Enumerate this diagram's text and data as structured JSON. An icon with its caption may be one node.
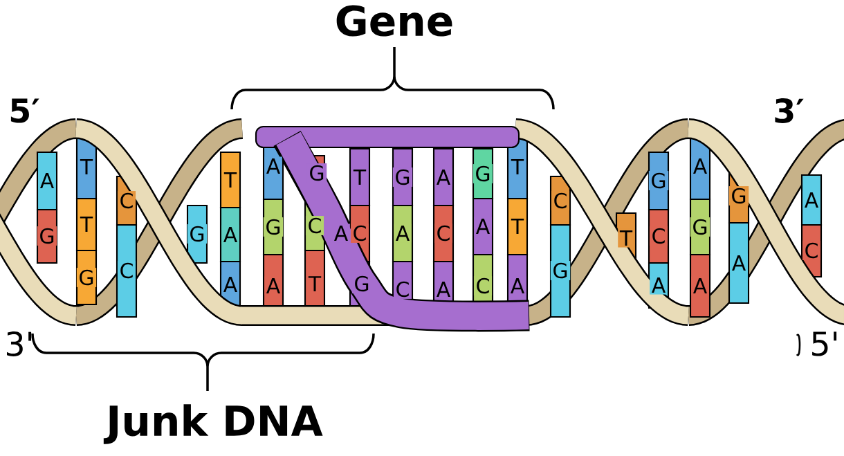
{
  "diagram": {
    "labels": [
      "Gene",
      "5′",
      "3′",
      "A",
      "G",
      "T",
      "T",
      "G",
      "C",
      "C",
      "G",
      "T",
      "A",
      "A",
      "A",
      "G",
      "A",
      "G",
      "C",
      "T",
      "T",
      "C",
      "A",
      "G",
      "G",
      "A",
      "C",
      "A",
      "C",
      "A",
      "G",
      "A",
      "C",
      "T",
      "T",
      "A",
      "C",
      "G",
      "T",
      "G",
      "C",
      "A",
      "A",
      "G",
      "A",
      "G",
      "A",
      "A",
      "C",
      "3'",
      "5'",
      "Junk DNA"
    ]
  }
}
